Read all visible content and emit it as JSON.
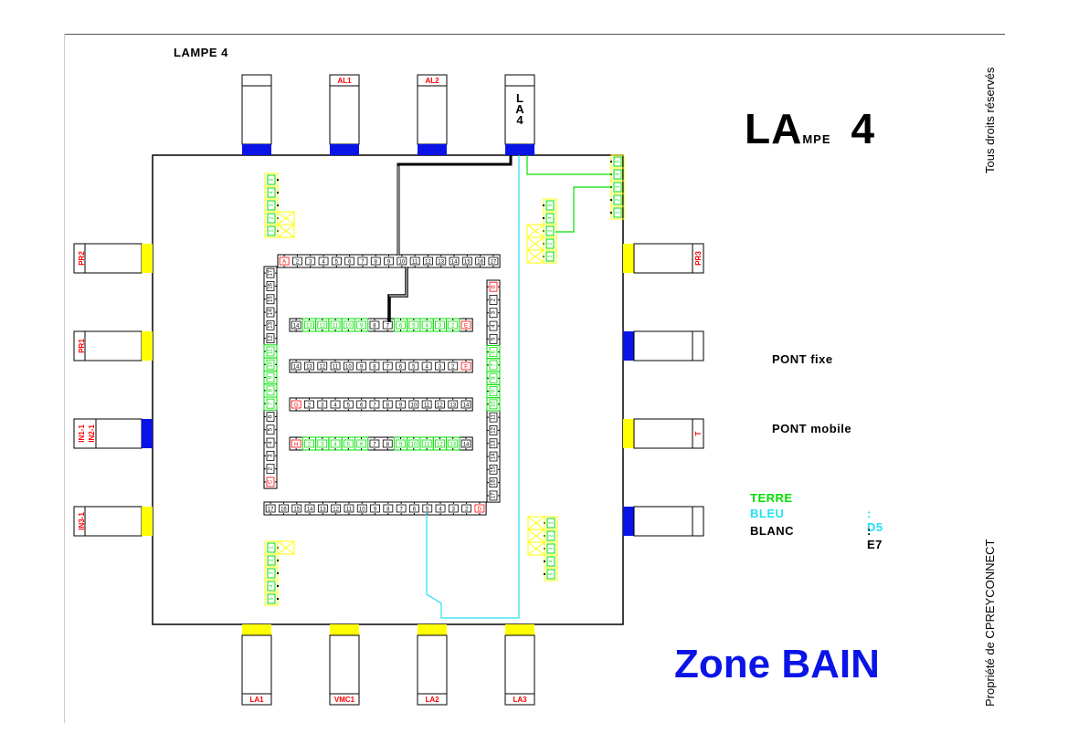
{
  "header": {
    "label": "LAMPE 4",
    "title_big_prefix": "LA",
    "title_big_small": "MPE",
    "title_big_suffix": "4"
  },
  "side_notes": {
    "rights": "Tous droits réservés",
    "owner": "Propriété de CPREYCONNECT"
  },
  "bridges": {
    "fixed": "PONT fixe",
    "mobile": "PONT mobile"
  },
  "legend": [
    {
      "name": "TERRE",
      "value": "",
      "color": "#00e000"
    },
    {
      "name": "BLEU",
      "value": ": D5",
      "color": "#22e0f0"
    },
    {
      "name": "BLANC",
      "value": ": E7",
      "color": "#000000"
    }
  ],
  "zone": "Zone BAIN",
  "colors": {
    "blue": "#0a14e6",
    "yellow": "#ffff00",
    "green": "#00e000",
    "cyan": "#22e0f0",
    "red": "#ff0000",
    "black": "#000000"
  },
  "modules": {
    "top": [
      {
        "label": "",
        "tab": "blue"
      },
      {
        "label": "AL1",
        "tab": "blue"
      },
      {
        "label": "AL2",
        "tab": "blue"
      },
      {
        "label": "LA4",
        "tab": "blue",
        "vertical": true
      }
    ],
    "bottom": [
      {
        "label": "LA1",
        "tab": "yellow"
      },
      {
        "label": "VMC1",
        "tab": "yellow"
      },
      {
        "label": "LA2",
        "tab": "yellow"
      },
      {
        "label": "LA3",
        "tab": "yellow"
      }
    ],
    "left": [
      {
        "label": "PR2",
        "tab": "yellow"
      },
      {
        "label": "PR1",
        "tab": "yellow"
      },
      {
        "label": "IN1-1|IN2-1",
        "tab": "blue"
      },
      {
        "label": "IN3-1",
        "tab": "yellow"
      }
    ],
    "right": [
      {
        "label": "PR3",
        "tab": "yellow"
      },
      {
        "label": "",
        "tab": "blue"
      },
      {
        "label": "T",
        "tab": "yellow"
      },
      {
        "label": "",
        "tab": "blue"
      }
    ]
  },
  "terminal_rows": {
    "top_A": {
      "labels": [
        "A",
        "2",
        "3",
        "4",
        "5",
        "6",
        "7",
        "8",
        "9",
        "10",
        "11",
        "12",
        "13",
        "14",
        "15",
        "16",
        "17"
      ],
      "red": [
        0
      ],
      "green": []
    },
    "row_E": {
      "labels": [
        "14",
        "13",
        "12",
        "11",
        "10",
        "9",
        "8",
        "7",
        "6",
        "5",
        "4",
        "3",
        "2",
        "E"
      ],
      "red": [
        13
      ],
      "green": [
        1,
        2,
        3,
        4,
        5,
        8,
        9,
        10,
        11,
        12
      ]
    },
    "row_F": {
      "labels": [
        "14",
        "13",
        "12",
        "11",
        "10",
        "9",
        "8",
        "7",
        "6",
        "5",
        "4",
        "3",
        "2",
        "F"
      ],
      "red": [
        13
      ],
      "green": []
    },
    "row_G": {
      "labels": [
        "G",
        "2",
        "3",
        "4",
        "5",
        "6",
        "7",
        "8",
        "9",
        "10",
        "11",
        "12",
        "13",
        "14"
      ],
      "red": [
        0
      ],
      "green": []
    },
    "row_H": {
      "labels": [
        "H",
        "2",
        "3",
        "4",
        "5",
        "6",
        "7",
        "8",
        "9",
        "10",
        "11",
        "12",
        "13",
        "14"
      ],
      "red": [
        0
      ],
      "green": [
        1,
        2,
        3,
        4,
        5,
        8,
        9,
        10,
        11,
        12
      ]
    },
    "bottom_D": {
      "labels": [
        "17",
        "16",
        "15",
        "14",
        "13",
        "12",
        "11",
        "10",
        "9",
        "8",
        "7",
        "6",
        "5",
        "4",
        "3",
        "2",
        "D"
      ],
      "red": [
        16
      ],
      "green": []
    },
    "left_C": {
      "labels": [
        "17",
        "16",
        "15",
        "14",
        "13",
        "12",
        "11",
        "10",
        "9",
        "8",
        "7",
        "6",
        "5",
        "4",
        "3",
        "2",
        "C"
      ],
      "red": [
        16
      ],
      "green": [
        6,
        7,
        8,
        9,
        10
      ]
    },
    "right_B": {
      "labels": [
        "B",
        "2",
        "3",
        "4",
        "5",
        "6",
        "7",
        "8",
        "9",
        "10",
        "11",
        "12",
        "13",
        "14",
        "15",
        "16",
        "17"
      ],
      "red": [
        0
      ],
      "green": [
        5,
        6,
        7,
        8,
        9
      ]
    }
  },
  "earth_blocks": [
    {
      "id": "tl",
      "labels": [
        "5",
        "4",
        "3",
        "2",
        "1"
      ]
    },
    {
      "id": "bl",
      "labels": [
        "1",
        "2",
        "3",
        "4",
        "5"
      ]
    },
    {
      "id": "tr-inner",
      "labels": [
        "5",
        "4",
        "3",
        "2",
        "1"
      ]
    },
    {
      "id": "tr-outer",
      "labels": [
        "5",
        "4",
        "3",
        "2",
        "1"
      ]
    },
    {
      "id": "br",
      "labels": [
        "1",
        "2",
        "3",
        "4",
        "5"
      ]
    }
  ]
}
